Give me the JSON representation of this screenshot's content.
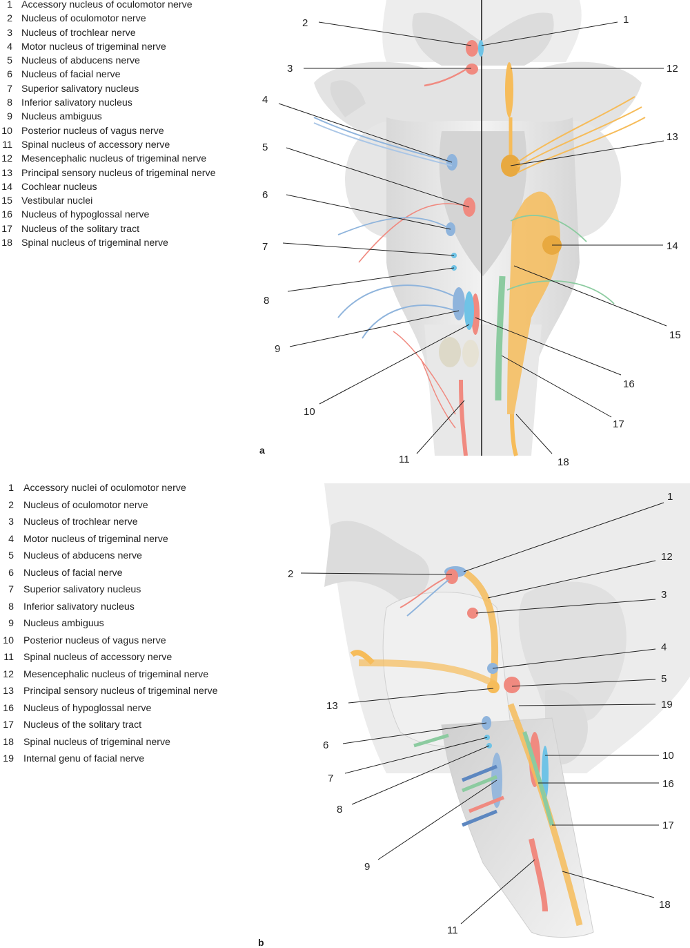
{
  "panel_a": {
    "letter": "a",
    "legend": [
      {
        "num": "1",
        "label": "Accessory nucleus of oculomotor nerve"
      },
      {
        "num": "2",
        "label": "Nucleus of oculomotor nerve"
      },
      {
        "num": "3",
        "label": "Nucleus of trochlear nerve"
      },
      {
        "num": "4",
        "label": "Motor nucleus of trigeminal nerve"
      },
      {
        "num": "5",
        "label": "Nucleus of abducens nerve"
      },
      {
        "num": "6",
        "label": "Nucleus of facial nerve"
      },
      {
        "num": "7",
        "label": "Superior salivatory nucleus"
      },
      {
        "num": "8",
        "label": "Inferior salivatory nucleus"
      },
      {
        "num": "9",
        "label": "Nucleus ambiguus"
      },
      {
        "num": "10",
        "label": "Posterior nucleus of vagus nerve"
      },
      {
        "num": "11",
        "label": "Spinal nucleus of accessory nerve"
      },
      {
        "num": "12",
        "label": "Mesencephalic nucleus of trigeminal nerve"
      },
      {
        "num": "13",
        "label": "Principal sensory nucleus of trigeminal nerve"
      },
      {
        "num": "14",
        "label": "Cochlear nucleus"
      },
      {
        "num": "15",
        "label": "Vestibular nuclei"
      },
      {
        "num": "16",
        "label": "Nucleus of hypoglossal nerve"
      },
      {
        "num": "17",
        "label": "Nucleus of the solitary tract"
      },
      {
        "num": "18",
        "label": "Spinal nucleus of trigeminal nerve"
      }
    ],
    "callouts": [
      "1",
      "2",
      "3",
      "4",
      "5",
      "6",
      "7",
      "8",
      "9",
      "10",
      "11",
      "12",
      "13",
      "14",
      "15",
      "16",
      "17",
      "18"
    ]
  },
  "panel_b": {
    "letter": "b",
    "legend": [
      {
        "num": "1",
        "label": "Accessory nuclei of oculomotor nerve"
      },
      {
        "num": "2",
        "label": "Nucleus of oculomotor nerve"
      },
      {
        "num": "3",
        "label": "Nucleus of trochlear nerve"
      },
      {
        "num": "4",
        "label": "Motor nucleus of trigeminal nerve"
      },
      {
        "num": "5",
        "label": "Nucleus of abducens nerve"
      },
      {
        "num": "6",
        "label": "Nucleus of facial nerve"
      },
      {
        "num": "7",
        "label": "Superior salivatory nucleus"
      },
      {
        "num": "8",
        "label": "Inferior salivatory nucleus"
      },
      {
        "num": "9",
        "label": "Nucleus ambiguus"
      },
      {
        "num": "10",
        "label": "Posterior nucleus of vagus nerve"
      },
      {
        "num": "11",
        "label": "Spinal nucleus of accessory nerve"
      },
      {
        "num": "12",
        "label": "Mesencephalic nucleus of trigeminal nerve"
      },
      {
        "num": "13",
        "label": "Principal sensory nucleus of trigeminal nerve"
      },
      {
        "num": "16",
        "label": "Nucleus of hypoglossal nerve"
      },
      {
        "num": "17",
        "label": "Nucleus of the solitary tract"
      },
      {
        "num": "18",
        "label": "Spinal nucleus of trigeminal nerve"
      },
      {
        "num": "19",
        "label": "Internal genu of facial nerve"
      }
    ],
    "callouts": [
      "1",
      "2",
      "3",
      "4",
      "5",
      "6",
      "7",
      "8",
      "9",
      "10",
      "11",
      "12",
      "13",
      "16",
      "17",
      "18",
      "19"
    ]
  },
  "colors": {
    "motor_red": "#f08a80",
    "motor_blue": "#8fb4dc",
    "parasym_blue": "#6fc3e6",
    "sensory_orange": "#f6bc5a",
    "sensory_green": "#8ccba0",
    "tissue": "#e9e9e9",
    "tissue_dark": "#c9c9c9"
  }
}
